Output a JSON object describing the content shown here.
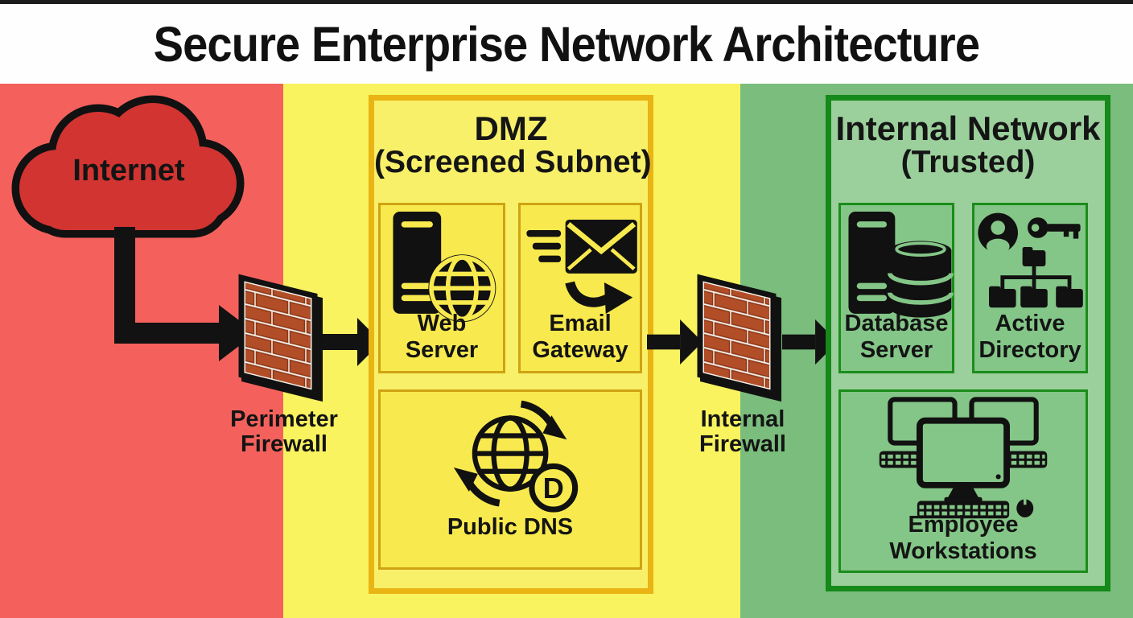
{
  "title": "Secure Enterprise Network Architecture",
  "zones": {
    "untrusted": {
      "cloud_label": "Internet",
      "zone_color": "#f4615c",
      "cloud_color": "#d23431"
    },
    "dmz": {
      "title": "DMZ",
      "subtitle": "(Screened Subnet)",
      "zone_color": "#f8f35f",
      "panel_color": "#f9f06a",
      "border_color": "#e9b414",
      "items": [
        {
          "label": "Web Server",
          "icon": "web-server-icon"
        },
        {
          "label": "Email Gateway",
          "icon": "email-gateway-icon"
        },
        {
          "label": "Public DNS",
          "icon": "public-dns-icon"
        }
      ]
    },
    "internal": {
      "title": "Internal Network",
      "subtitle": "(Trusted)",
      "zone_color": "#7abd7d",
      "panel_color": "#9bd09c",
      "border_color": "#15891a",
      "items": [
        {
          "label": "Database Server",
          "icon": "database-server-icon"
        },
        {
          "label": "Active Directory",
          "icon": "active-directory-icon"
        },
        {
          "label": "Employee Workstations",
          "icon": "workstations-icon"
        }
      ]
    }
  },
  "firewalls": {
    "perimeter": {
      "label": "Perimeter Firewall",
      "icon": "brick-firewall-icon"
    },
    "internal": {
      "label": "Internal Firewall",
      "icon": "brick-firewall-icon"
    }
  },
  "icons": {
    "dns_letter": "D"
  },
  "colors": {
    "brick": "#b14e28",
    "mortar": "#f6f1ea",
    "arrow": "#121212",
    "text": "#141414"
  }
}
